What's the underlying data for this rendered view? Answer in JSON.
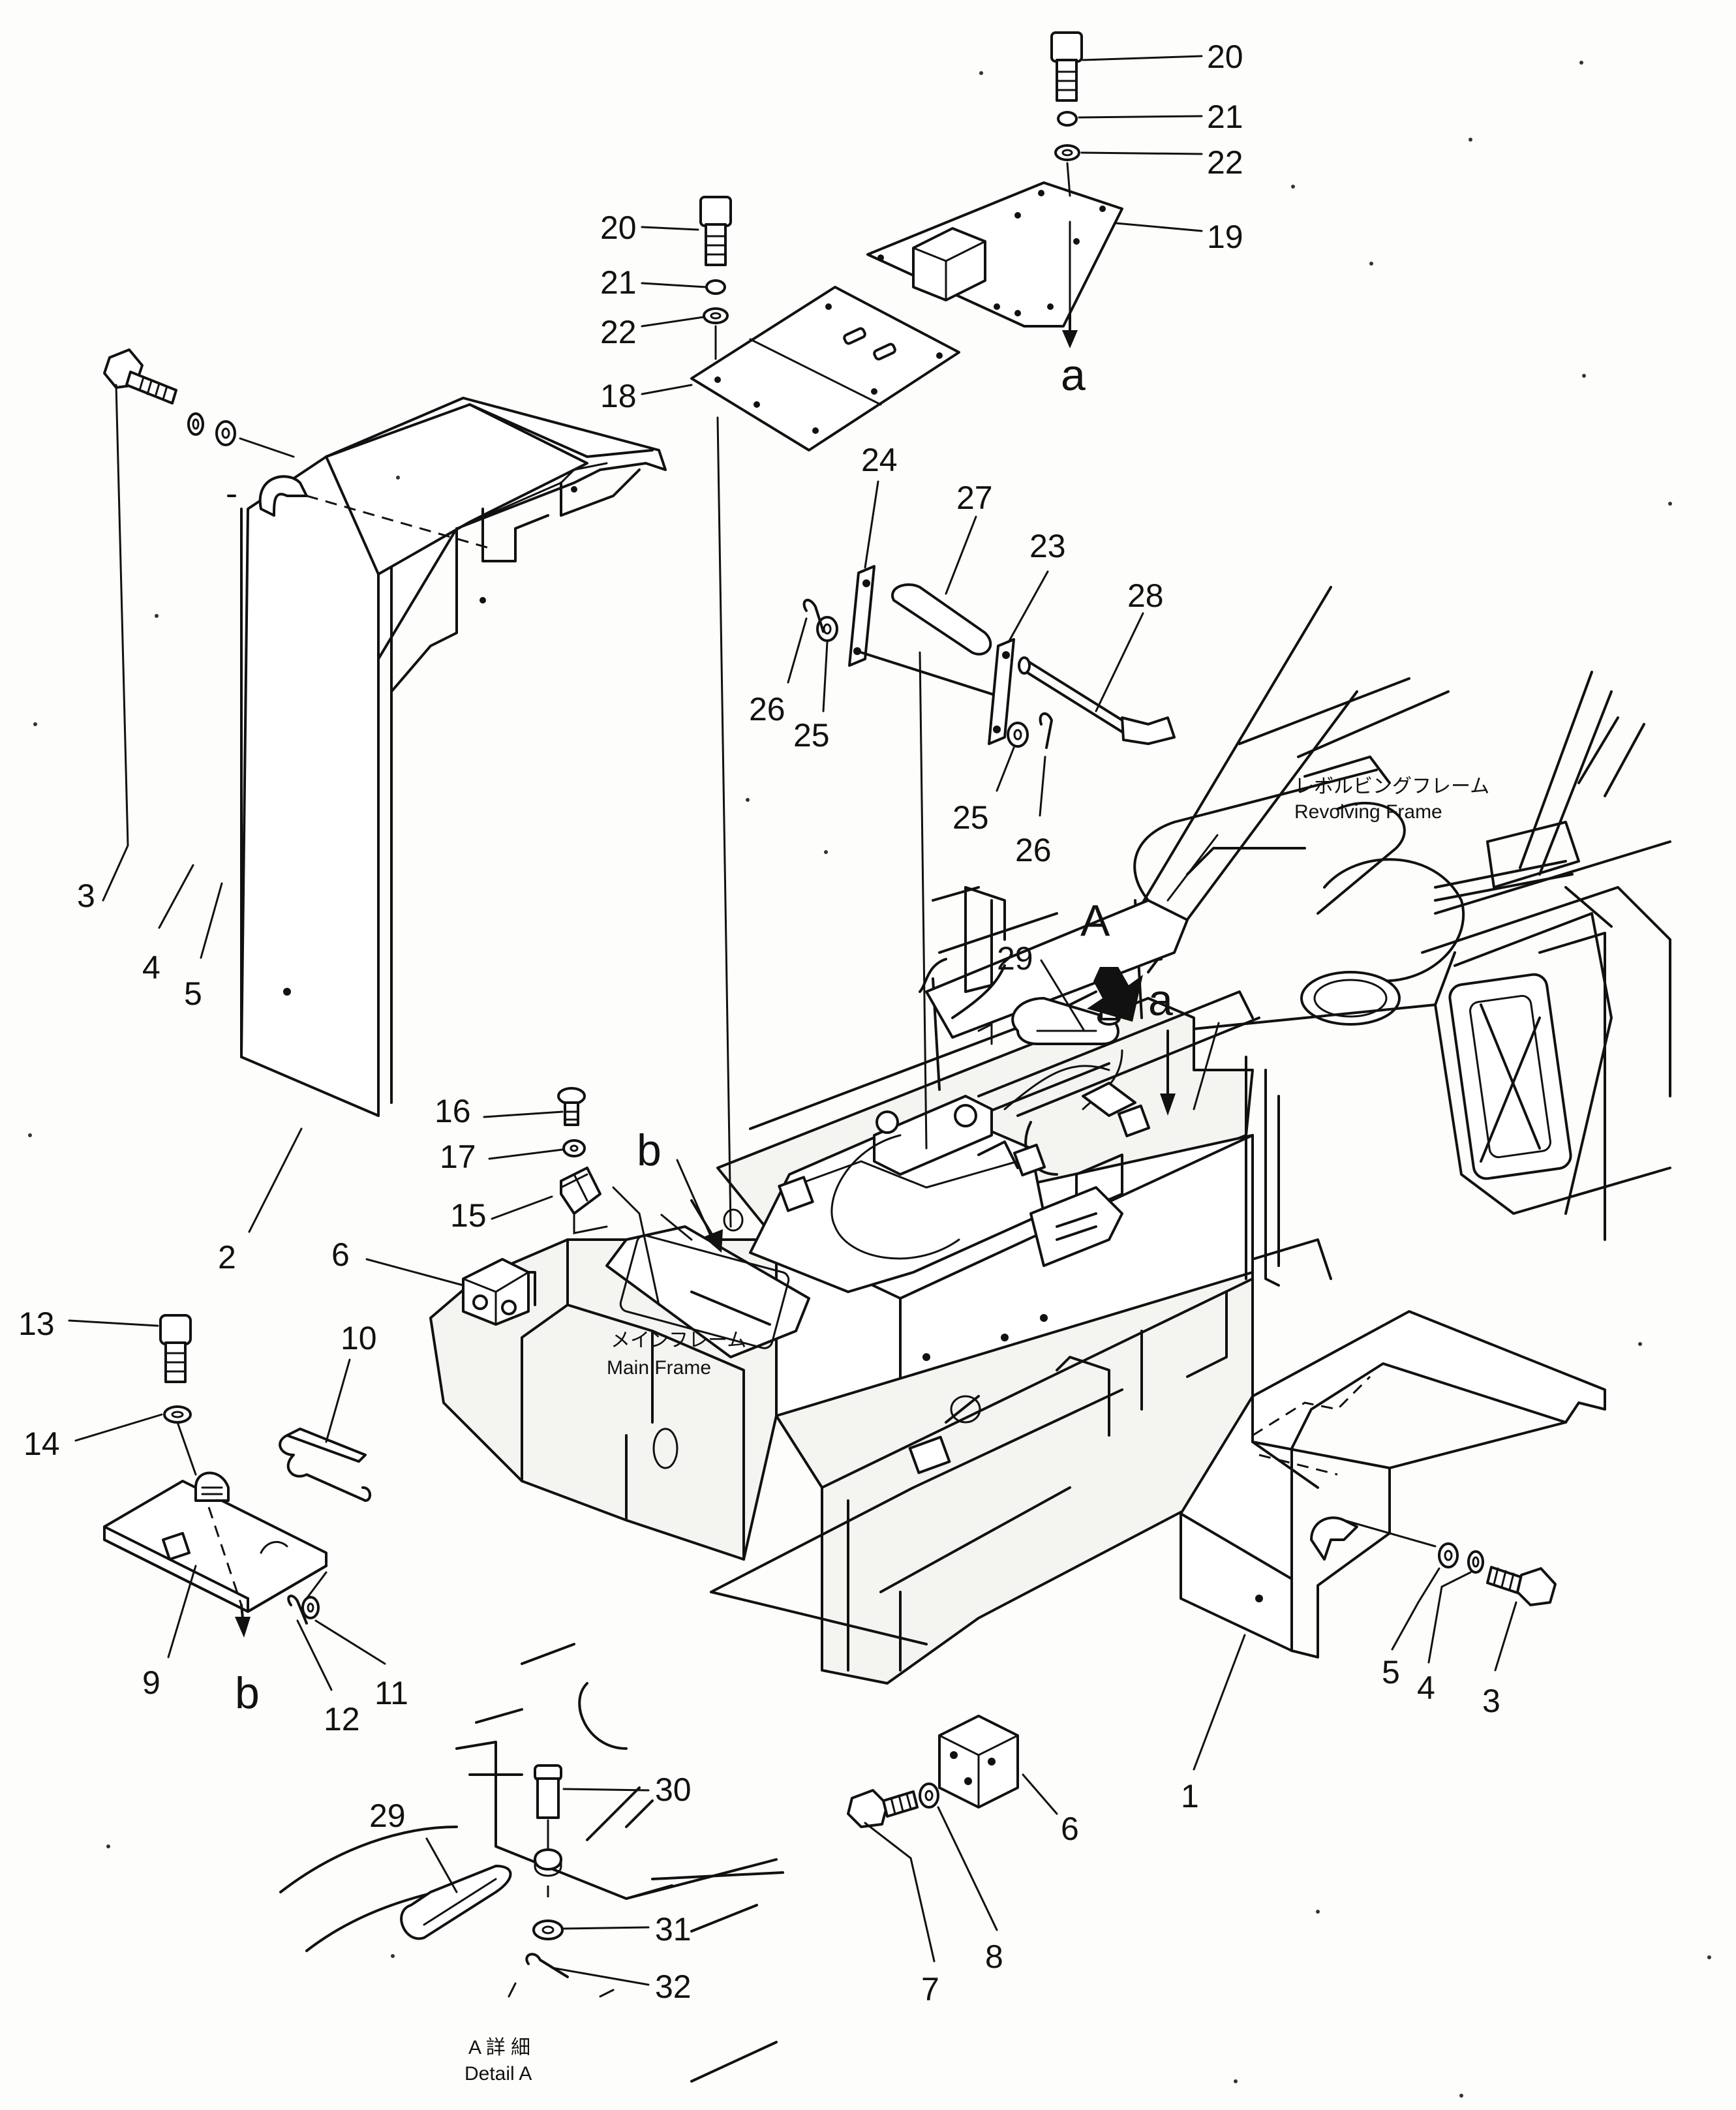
{
  "labels": {
    "revolving_frame_jp": "レボルビングフレーム",
    "revolving_frame_en": "Revolving  Frame",
    "main_frame_jp": "メインフレーム",
    "main_frame_en": "Main  Frame",
    "detail_jp": "A 詳 細",
    "detail_en": "Detail A"
  },
  "letters": {
    "A": "A",
    "a": "a",
    "b": "b"
  },
  "callouts": [
    {
      "id": "c20a",
      "text": "20"
    },
    {
      "id": "c21a",
      "text": "21"
    },
    {
      "id": "c22a",
      "text": "22"
    },
    {
      "id": "c19",
      "text": "19"
    },
    {
      "id": "c20b",
      "text": "20"
    },
    {
      "id": "c21b",
      "text": "21"
    },
    {
      "id": "c22b",
      "text": "22"
    },
    {
      "id": "c18",
      "text": "18"
    },
    {
      "id": "c24",
      "text": "24"
    },
    {
      "id": "c27",
      "text": "27"
    },
    {
      "id": "c23",
      "text": "23"
    },
    {
      "id": "c28",
      "text": "28"
    },
    {
      "id": "c26a",
      "text": "26"
    },
    {
      "id": "c25a",
      "text": "25"
    },
    {
      "id": "c25b",
      "text": "25"
    },
    {
      "id": "c26b",
      "text": "26"
    },
    {
      "id": "c3a",
      "text": "3"
    },
    {
      "id": "c4a",
      "text": "4"
    },
    {
      "id": "c5a",
      "text": "5"
    },
    {
      "id": "c2",
      "text": "2"
    },
    {
      "id": "c16",
      "text": "16"
    },
    {
      "id": "c17",
      "text": "17"
    },
    {
      "id": "c15",
      "text": "15"
    },
    {
      "id": "c6a",
      "text": "6"
    },
    {
      "id": "c29a",
      "text": "29"
    },
    {
      "id": "c13",
      "text": "13"
    },
    {
      "id": "c14",
      "text": "14"
    },
    {
      "id": "c10",
      "text": "10"
    },
    {
      "id": "c9",
      "text": "9"
    },
    {
      "id": "c12",
      "text": "12"
    },
    {
      "id": "c11",
      "text": "11"
    },
    {
      "id": "c5b",
      "text": "5"
    },
    {
      "id": "c4b",
      "text": "4"
    },
    {
      "id": "c3b",
      "text": "3"
    },
    {
      "id": "c1",
      "text": "1"
    },
    {
      "id": "c6b",
      "text": "6"
    },
    {
      "id": "c7",
      "text": "7"
    },
    {
      "id": "c8",
      "text": "8"
    },
    {
      "id": "c30",
      "text": "30"
    },
    {
      "id": "c29b",
      "text": "29"
    },
    {
      "id": "c31",
      "text": "31"
    },
    {
      "id": "c32",
      "text": "32"
    }
  ]
}
